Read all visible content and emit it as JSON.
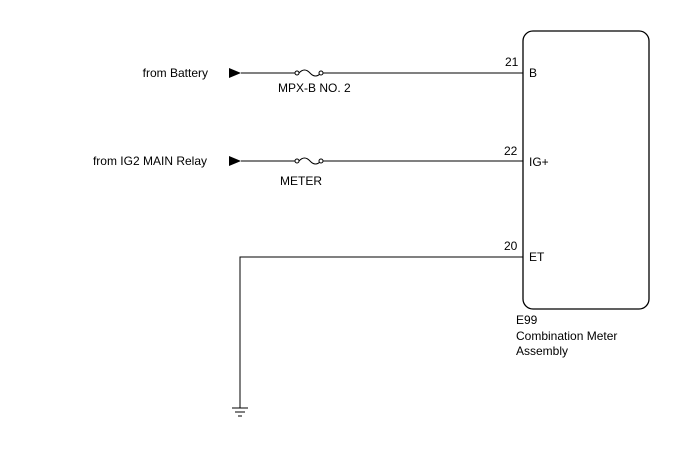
{
  "circuit": {
    "sources": [
      {
        "label": "from Battery",
        "fuse": "MPX-B NO. 2",
        "pin": "21",
        "terminal": "B"
      },
      {
        "label": "from IG2 MAIN Relay",
        "fuse": "METER",
        "pin": "22",
        "terminal": "IG+"
      }
    ],
    "ground": {
      "pin": "20",
      "terminal": "ET"
    },
    "component": {
      "code": "E99",
      "name_line1": "Combination Meter",
      "name_line2": "Assembly"
    }
  }
}
